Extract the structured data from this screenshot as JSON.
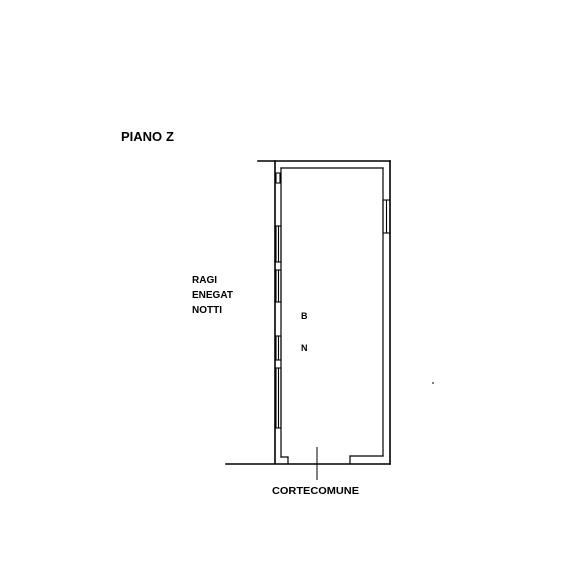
{
  "floor_label": "PIANO",
  "floor_number": "Z",
  "side_label_lines": [
    "RAGI",
    "ENEGAT",
    "NOTTI"
  ],
  "room_codes": [
    "B",
    "N"
  ],
  "courtyard_label": "CORTECOMUNE",
  "colors": {
    "line": "#000000",
    "background": "#ffffff"
  }
}
